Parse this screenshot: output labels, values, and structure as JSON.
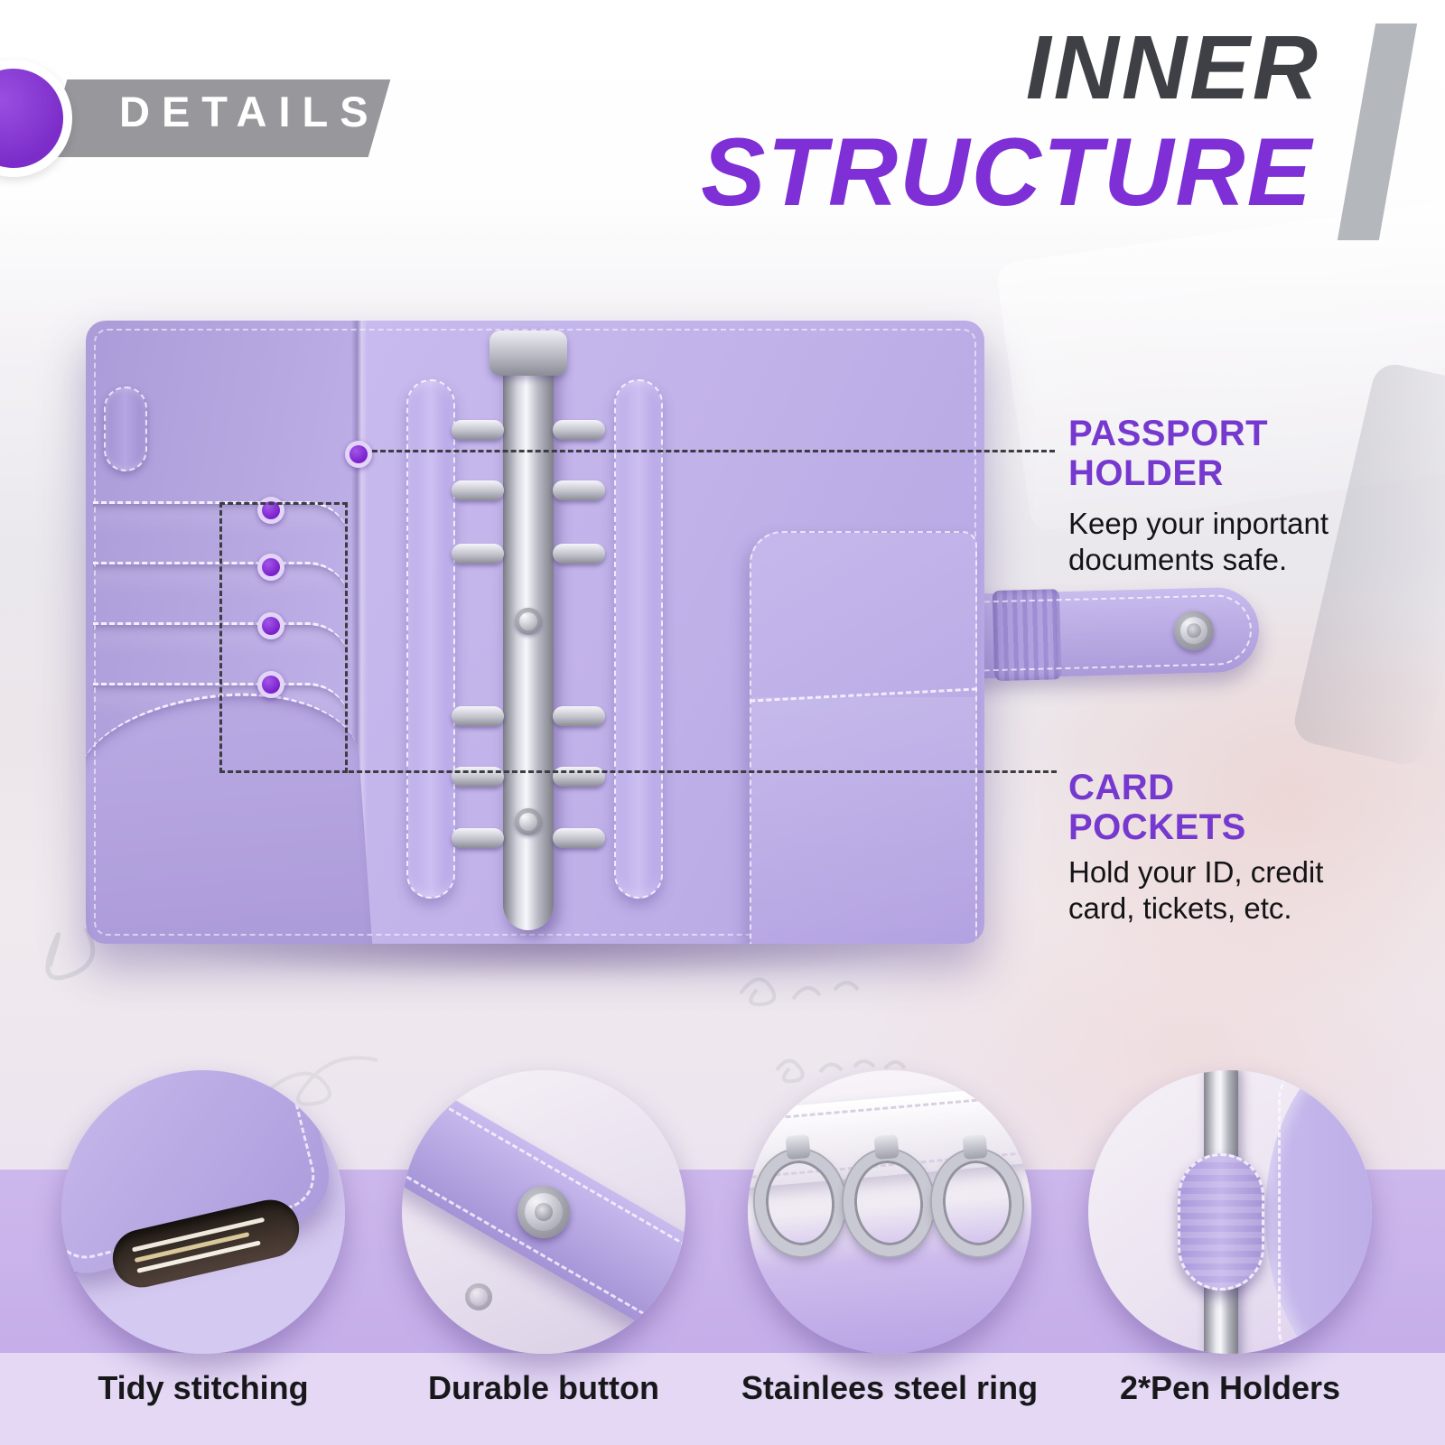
{
  "badge": {
    "label": "DETAILS"
  },
  "title": {
    "line1": "INNER",
    "line2": "STRUCTURE"
  },
  "callouts": {
    "passport": {
      "heading": "PASSPORT\nHOLDER",
      "description": "Keep your inportant\ndocuments safe."
    },
    "card_pockets": {
      "heading": "CARD\nPOCKETS",
      "description": "Hold your ID, credit\ncard, tickets, etc."
    }
  },
  "features": [
    {
      "label": "Tidy stitching"
    },
    {
      "label": "Durable button"
    },
    {
      "label": "Stainlees steel ring"
    },
    {
      "label": "2*Pen Holders"
    }
  ],
  "colors": {
    "accent_purple": "#7e2fd6",
    "heading_purple": "#7639cf",
    "title_dark": "#3e4046",
    "binder_lavender": "#bcace5",
    "band_purple": "#c9b2ea",
    "band_light": "#e4d8f5"
  }
}
